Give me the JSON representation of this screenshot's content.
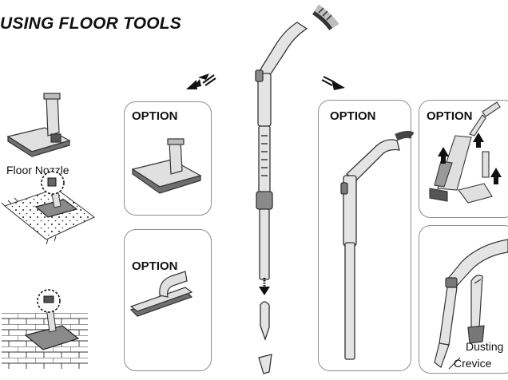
{
  "title": "USING FLOOR TOOLS",
  "labels": {
    "option": "OPTION",
    "floor_nozzle": "Floor Nozzle",
    "dusting": "Dusting",
    "crevice": "Crevice"
  },
  "colors": {
    "panel_border": "#8e8e8e",
    "tool_fill": "#e4e4e4",
    "tool_dark": "#7a7a7a",
    "arrow": "#111111"
  }
}
